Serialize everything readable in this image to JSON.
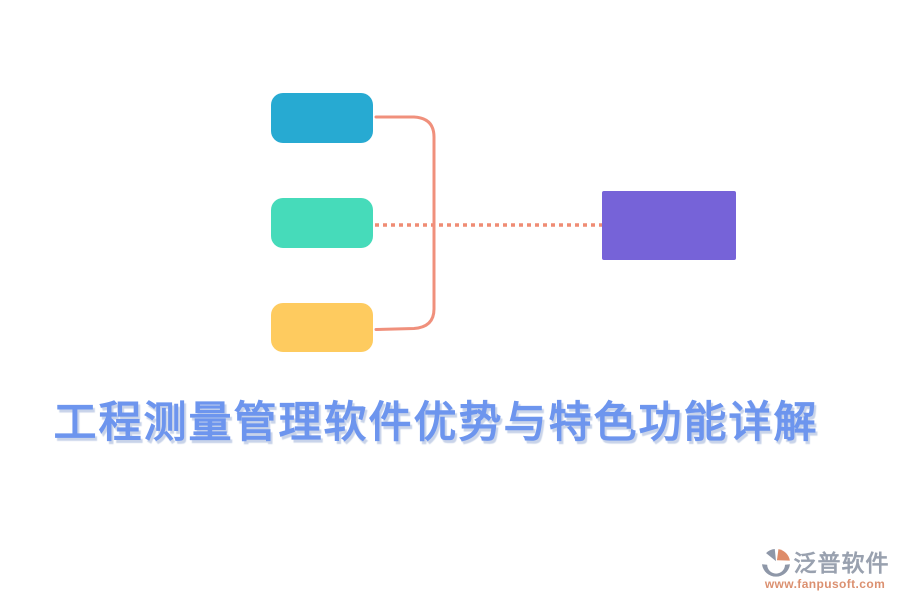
{
  "page": {
    "background": "#ffffff"
  },
  "title": {
    "text": "工程测量管理软件优势与特色功能详解",
    "color": "#6D95EE"
  },
  "diagram": {
    "type": "mindmap-branches",
    "branch_nodes": [
      {
        "name": "branch-top",
        "color": "#27AAD2"
      },
      {
        "name": "branch-middle",
        "color": "#46DBBA"
      },
      {
        "name": "branch-bottom",
        "color": "#FECB5F"
      }
    ],
    "target_node": {
      "color": "#7663D8"
    },
    "connector": {
      "bracket_color": "#F0907C",
      "dotted_color": "#EF8C74"
    }
  },
  "watermark": {
    "brand": "泛普软件",
    "website": "www.fanpusoft.com",
    "brand_color": "#99A1AF",
    "website_color": "#DB9070",
    "logo_gray": "#8E97A8",
    "logo_orange": "#DE8C69"
  }
}
